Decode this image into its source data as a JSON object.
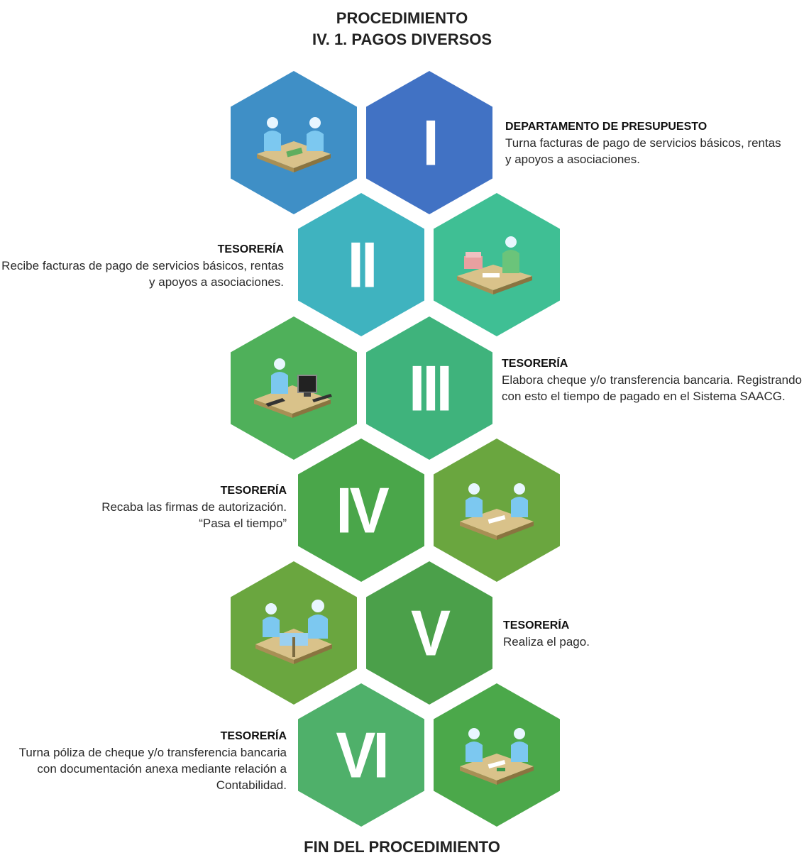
{
  "header": {
    "line1": "PROCEDIMIENTO",
    "line2": "IV. 1.  PAGOS DIVERSOS"
  },
  "footer": "FIN DEL PROCEDIMIENTO",
  "colors": {
    "hex_step1_icon": "#3f8fc6",
    "hex_step1_num": "#4172c4",
    "hex_step2_num": "#3fb3bf",
    "hex_step2_icon": "#3fbf94",
    "hex_step3_icon": "#4fb05a",
    "hex_step3_num": "#3fb37c",
    "hex_step4_num": "#4aa64a",
    "hex_step4_icon": "#6aa63f",
    "hex_step5_icon": "#6aa63f",
    "hex_step5_num": "#4ba04a",
    "hex_step6_num": "#4fb06a",
    "hex_step6_icon": "#4ba84a"
  },
  "steps": [
    {
      "numeral": "I",
      "department": "DEPARTAMENTO DE PRESUPUESTO",
      "description": "Turna facturas de pago de servicios básicos, rentas y apoyos a asociaciones.",
      "icon": "people-meeting-icon"
    },
    {
      "numeral": "II",
      "department": "TESORERÍA",
      "description": "Recibe facturas de pago de servicios básicos, rentas y apoyos a asociaciones.",
      "icon": "person-receiving-documents-icon"
    },
    {
      "numeral": "III",
      "department": "TESORERÍA",
      "description": "Elabora cheque y/o transferencia bancaria. Registrando con esto el tiempo de pagado en el Sistema SAACG.",
      "icon": "person-at-computer-icon"
    },
    {
      "numeral": "IV",
      "department": "TESORERÍA",
      "description_line1": "Recaba las firmas de autorización.",
      "description_line2": "“Pasa el tiempo”",
      "icon": "people-meeting-icon"
    },
    {
      "numeral": "V",
      "department": "TESORERÍA",
      "description": "Realiza el pago.",
      "icon": "people-exchange-icon"
    },
    {
      "numeral": "VI",
      "department": "TESORERÍA",
      "description": "Turna póliza de cheque y/o transferencia bancaria con documentación anexa mediante relación a Contabilidad.",
      "icon": "people-meeting-icon"
    }
  ]
}
